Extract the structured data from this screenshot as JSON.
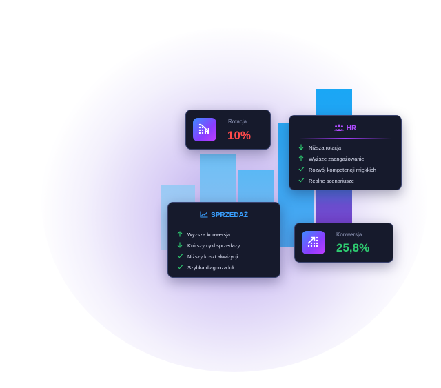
{
  "colors": {
    "card_bg": "#161a2c",
    "accent_blue": "#3aa0ff",
    "accent_purple": "#a63dff",
    "negative": "#ff4a4a",
    "positive": "#2ecc71"
  },
  "kpi_rotation": {
    "label": "Rotacja",
    "value": "10%",
    "icon": "trend-down-dots-icon",
    "value_color": "#ff4a4a"
  },
  "kpi_conversion": {
    "label": "Konwersja",
    "value": "25,8%",
    "icon": "trend-up-dots-icon",
    "value_color": "#2ecc71"
  },
  "hr": {
    "title": "HR",
    "icon": "people-group-icon",
    "items": [
      {
        "label": "Niższa rotacja",
        "icon": "arrow-down-icon"
      },
      {
        "label": "Wyższe zaangażowanie",
        "icon": "arrow-up-icon"
      },
      {
        "label": "Rozwój kompetencji miękkich",
        "icon": "check-icon"
      },
      {
        "label": "Realne scenariusze",
        "icon": "check-icon"
      }
    ]
  },
  "sales": {
    "title": "SPRZEDAŻ",
    "icon": "line-chart-icon",
    "items": [
      {
        "label": "Wyższa konwersja",
        "icon": "arrow-up-icon"
      },
      {
        "label": "Krótszy cykl sprzedaży",
        "icon": "arrow-down-icon"
      },
      {
        "label": "Niższy koszt akwizycji",
        "icon": "check-icon"
      },
      {
        "label": "Szybka diagnoza luk",
        "icon": "check-icon"
      }
    ]
  }
}
